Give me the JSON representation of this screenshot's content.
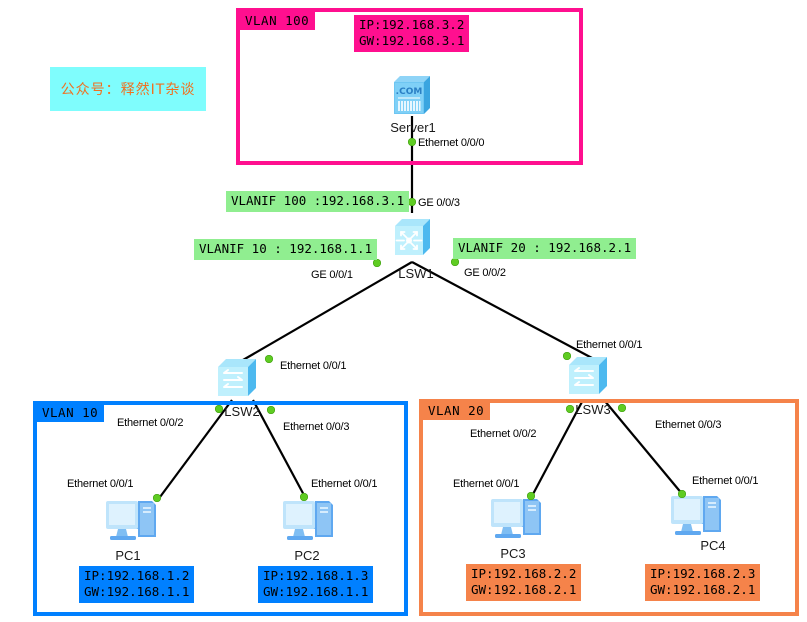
{
  "watermark": {
    "text": "公众号：释然IT杂谈"
  },
  "zones": [
    {
      "id": "vlan100",
      "label": "VLAN 100",
      "color": "#ff0f8f"
    },
    {
      "id": "vlan10",
      "label": "VLAN 10",
      "color": "#0080ff"
    },
    {
      "id": "vlan20",
      "label": "VLAN 20",
      "color": "#f5834a"
    }
  ],
  "tags": {
    "server1_ip": "IP:192.168.3.2\nGW:192.168.3.1",
    "vlanif100": "VLANIF 100 :192.168.3.1",
    "vlanif10": "VLANIF 10 : 192.168.1.1",
    "vlanif20": "VLANIF 20 : 192.168.2.1",
    "pc1_ip": "IP:192.168.1.2\nGW:192.168.1.1",
    "pc2_ip": "IP:192.168.1.3\nGW:192.168.1.1",
    "pc3_ip": "IP:192.168.2.2\nGW:192.168.2.1",
    "pc4_ip": "IP:192.168.2.3\nGW:192.168.2.1"
  },
  "devices": {
    "server1": {
      "name": "Server1",
      "icon": "server-icon"
    },
    "lsw1": {
      "name": "LSW1",
      "icon": "layer3-switch-icon"
    },
    "lsw2": {
      "name": "LSW2",
      "icon": "switch-icon"
    },
    "lsw3": {
      "name": "LSW3",
      "icon": "switch-icon"
    },
    "pc1": {
      "name": "PC1",
      "icon": "pc-icon"
    },
    "pc2": {
      "name": "PC2",
      "icon": "pc-icon"
    },
    "pc3": {
      "name": "PC3",
      "icon": "pc-icon"
    },
    "pc4": {
      "name": "PC4",
      "icon": "pc-icon"
    }
  },
  "interfaces": {
    "server1_e000": "Ethernet 0/0/0",
    "lsw1_ge003": "GE 0/0/3",
    "lsw1_ge001": "GE 0/0/1",
    "lsw1_ge002": "GE 0/0/2",
    "lsw2_e001": "Ethernet 0/0/1",
    "lsw2_e002": "Ethernet 0/0/2",
    "lsw2_e003": "Ethernet 0/0/3",
    "lsw3_e001": "Ethernet 0/0/1",
    "lsw3_e002": "Ethernet 0/0/2",
    "lsw3_e003": "Ethernet 0/0/3",
    "pc1_e001": "Ethernet 0/0/1",
    "pc2_e001": "Ethernet 0/0/1",
    "pc3_e001": "Ethernet 0/0/1",
    "pc4_e001": "Ethernet 0/0/1"
  }
}
